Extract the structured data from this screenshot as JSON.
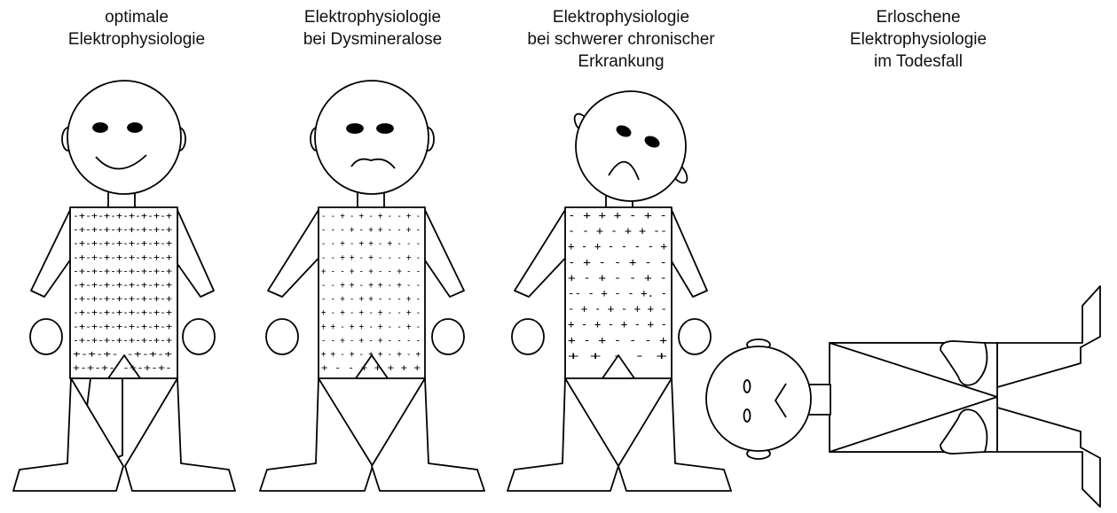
{
  "figures": [
    {
      "caption": [
        "optimale",
        "Elektrophysiologie"
      ],
      "body_pattern": [
        "-+-+-+-+-+-+-+-+",
        "-+-+-+-+-+-+-+-+",
        "-+-+-+-+-+-+-+-+",
        "-+-+-+-+-+-+-+-+",
        "-+-+-+-+-+-+-+-+",
        "-+-+-+-+-+-+-+-+",
        "-+-+-+-+-+-+-+-+",
        "-+-+-+-+-+-+-+-+",
        "-+-+-+-+-+-+-+-+",
        "-+-+-+-+-+-+-+-+",
        "+-+-+-     -+-+-+",
        "+-+-+-      -+-+-+-"
      ]
    },
    {
      "caption": [
        "Elektrophysiologie",
        "bei Dysmineralose"
      ],
      "body_pattern": [
        "- - + - + - + - - + -",
        "- - - + - + + - - + -",
        "- - + - + + - + - - -",
        "- - + + - + - - - + -",
        "+ - - + - + - - + - -",
        "- - + + - + + - + - -",
        "- - + - + + - - - + -",
        "+ - + - + - + - - + -",
        "+ + - + + - + - - + -",
        "- - + - + - + - - - -",
        "+ + - + - + + - + - +",
        "+ - - +      + + + +"
      ]
    },
    {
      "caption": [
        "Elektrophysiologie",
        "bei schwerer chronischer",
        "Erkrankung"
      ],
      "body_pattern": [
        "-   +   +   +  -  +  -",
        "  -   -  +  -  +  + --",
        "+  - +  -  -  -  -  +",
        "-  +   -  -  + -   -",
        "+  -  +  -   -  +  -",
        "-- - +  - -  +. -",
        "- +  - + -  +  +  -",
        "+ -  +  - +  -  + -",
        "+  -  +  - -  -   +",
        "+ +          -  -  +"
      ]
    },
    {
      "caption": [
        "Erloschene",
        "Elektrophysiologie",
        "im Todesfall"
      ]
    }
  ]
}
